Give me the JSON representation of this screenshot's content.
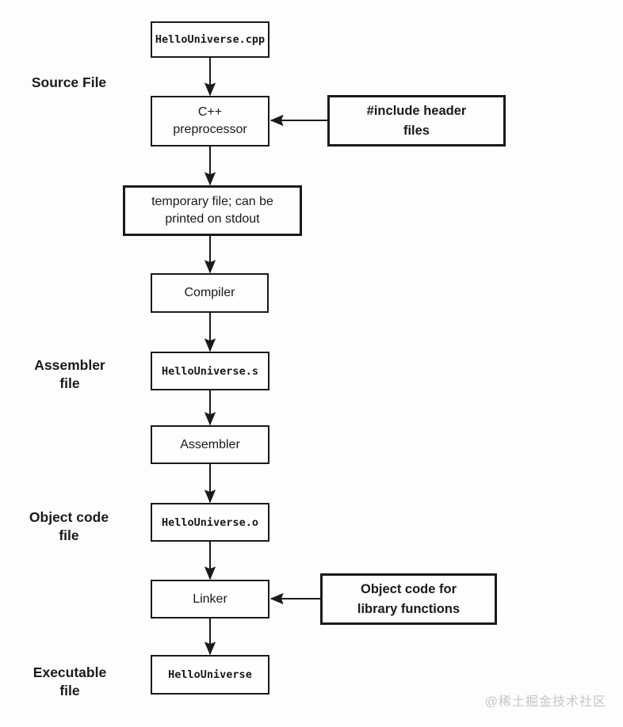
{
  "flow": {
    "source_file": "HelloUniverse.cpp",
    "preprocessor": "C++\npreprocessor",
    "temp_file": "temporary file; can be\nprinted on stdout",
    "compiler": "Compiler",
    "assembler_file": "HelloUniverse.s",
    "assembler": "Assembler",
    "object_file": "HelloUniverse.o",
    "linker": "Linker",
    "executable": "HelloUniverse"
  },
  "annotations": {
    "include_headers": "#include header\nfiles",
    "library_objects": "Object code for\nlibrary functions"
  },
  "side_labels": {
    "source": "Source File",
    "assembler": "Assembler\nfile",
    "object_code": "Object code\nfile",
    "executable": "Executable\nfile"
  },
  "watermark": "@稀土掘金技术社区",
  "colors": {
    "line": "#1a1a1a",
    "text": "#1a1a1a",
    "background": "#fdfdfd",
    "watermark": "#c5c5c5"
  }
}
